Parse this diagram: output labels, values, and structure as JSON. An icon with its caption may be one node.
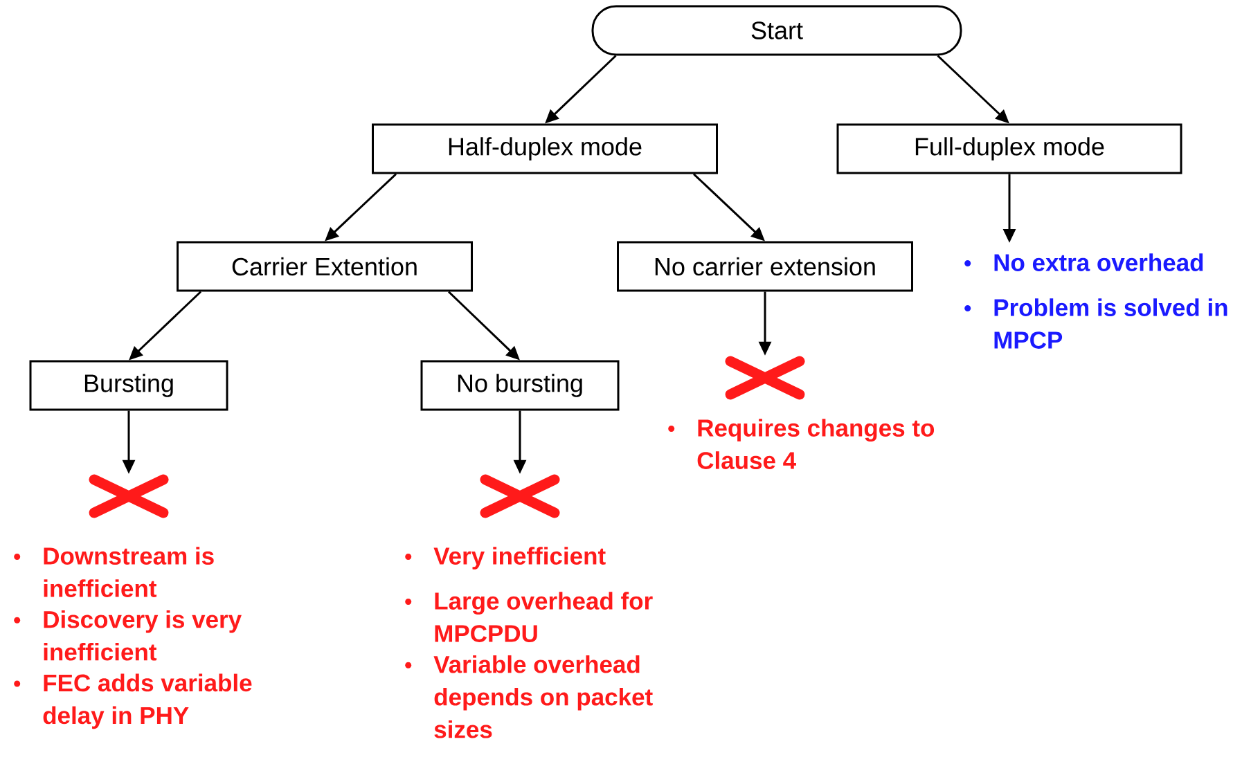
{
  "diagram": {
    "nodes": [
      {
        "text": [
          "Start"
        ]
      },
      {
        "text": [
          "Half-duplex mode"
        ]
      },
      {
        "text": [
          "Full-duplex mode"
        ]
      },
      {
        "text": [
          "Carrier Extention"
        ]
      },
      {
        "text": [
          "No carrier extension"
        ]
      },
      {
        "text": [
          "Bursting"
        ]
      },
      {
        "text": [
          "No bursting"
        ]
      },
      {
        "text": [],
        "shape": "cross",
        "beside": [
          "Downstream is inefficient",
          "Discovery is very inefficient",
          "FEC adds variable delay in PHY"
        ]
      },
      {
        "text": [],
        "shape": "cross",
        "beside": [
          "Very inefficient",
          "Large overhead for MPCPDU",
          "Variable overhead depends on packet sizes"
        ]
      },
      {
        "text": [],
        "shape": "cross",
        "beside": [
          "Requires changes to Clause 4"
        ]
      },
      {
        "text": [
          "No extra overhead",
          "Problem is solved in MPCP"
        ]
      }
    ],
    "edges": [
      {
        "from": 0,
        "to": 1,
        "arrow": "to"
      },
      {
        "from": 0,
        "to": 2,
        "arrow": "to"
      },
      {
        "from": 1,
        "to": 3,
        "arrow": "to"
      },
      {
        "from": 1,
        "to": 4,
        "arrow": "to"
      },
      {
        "from": 3,
        "to": 5,
        "arrow": "to"
      },
      {
        "from": 3,
        "to": 6,
        "arrow": "to"
      },
      {
        "from": 5,
        "to": 7,
        "arrow": "to"
      },
      {
        "from": 6,
        "to": 8,
        "arrow": "to"
      },
      {
        "from": 4,
        "to": 9,
        "arrow": "to"
      },
      {
        "from": 2,
        "to": 10,
        "arrow": "to"
      }
    ]
  }
}
